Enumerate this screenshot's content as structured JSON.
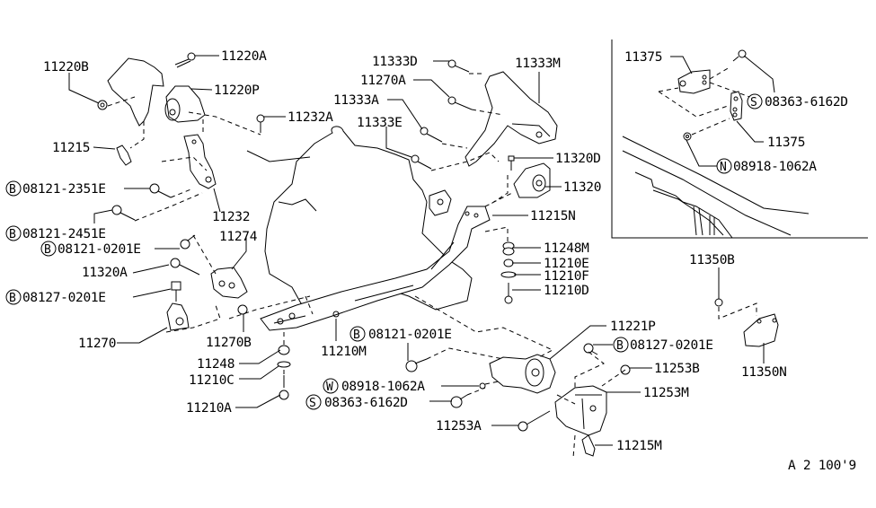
{
  "diagram": {
    "title": "Engine & Transmission Mounting",
    "code": "A  2 100'9",
    "labels": {
      "p11220B": "11220B",
      "p11220A": "11220A",
      "p11220P": "11220P",
      "p11232A": "11232A",
      "p11215": "11215",
      "b08121_2351E": "08121-2351E",
      "p11232": "11232",
      "b08121_2451E": "08121-2451E",
      "b08121_0201E_l": "08121-0201E",
      "p11274": "11274",
      "p11320A": "11320A",
      "b08127_0201E_l": "08127-0201E",
      "p11270": "11270",
      "p11270B": "11270B",
      "p11248": "11248",
      "p11210C": "11210C",
      "p11210A": "11210A",
      "p11210M": "11210M",
      "b08121_0201E_c": "08121-0201E",
      "w08918_1062A": "08918-1062A",
      "s08363_6162D_c": "08363-6162D",
      "p11253A": "11253A",
      "p11333D": "11333D",
      "p11270A": "11270A",
      "p11333A": "11333A",
      "p11333E": "11333E",
      "p11333M": "11333M",
      "p11320D": "11320D",
      "p11320": "11320",
      "p11215N": "11215N",
      "p11248M": "11248M",
      "p11210E": "11210E",
      "p11210F": "11210F",
      "p11210D": "11210D",
      "p11221P": "11221P",
      "b08127_0201E_r": "08127-0201E",
      "p11253B": "11253B",
      "p11253M": "11253M",
      "p11215M": "11215M",
      "p11375_a": "11375",
      "s08363_6162D_i": "08363-6162D",
      "p11375_b": "11375",
      "n08918_1062A": "08918-1062A",
      "p11350B": "11350B",
      "p11350N": "11350N"
    },
    "prefixes": {
      "B": "B",
      "W": "W",
      "S": "S",
      "N": "N"
    }
  }
}
